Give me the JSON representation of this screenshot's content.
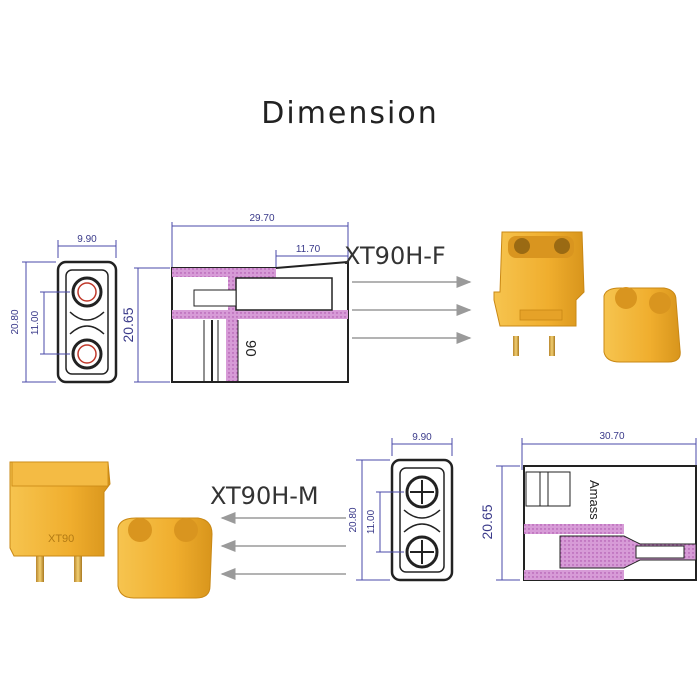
{
  "title": "Dimension",
  "female": {
    "model": "XT90H-F",
    "front_view": {
      "width": "9.90",
      "height": "20.80",
      "pin_spacing": "11.00"
    },
    "side_view": {
      "length": "29.70",
      "socket_depth": "11.70",
      "height": "20.65"
    },
    "body_marking": "90"
  },
  "male": {
    "model": "XT90H-M",
    "front_view": {
      "width": "9.90",
      "height": "20.80",
      "pin_spacing": "11.00"
    },
    "side_view": {
      "length": "30.70",
      "height": "20.65"
    },
    "body_marking": "XT90",
    "side_marking": "Amass"
  },
  "colors": {
    "connector_yellow": "#f2b233",
    "connector_shadow": "#d8951c",
    "gold_pin": "#d9a441",
    "dimension_line": "#4a4aa8",
    "cutaway_pink": "#c76ec7",
    "arrow_gray": "#9a9a9a"
  }
}
